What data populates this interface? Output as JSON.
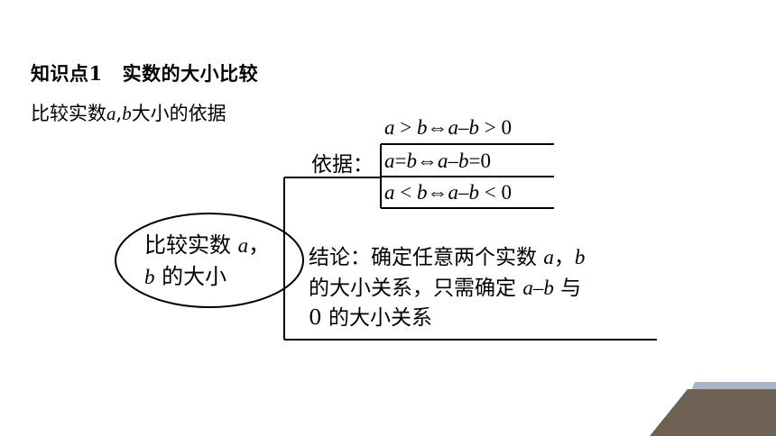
{
  "heading": {
    "number": "知识点1",
    "title": "实数的大小比较"
  },
  "intro": {
    "prefix": "比较实数",
    "var_a": "a",
    "comma": ",",
    "var_b": "b",
    "suffix": "大小的依据"
  },
  "diagram": {
    "center": {
      "line1_text": "比较实数",
      "line1_var": "a",
      "line1_comma": "，",
      "line2_var": "b",
      "line2_text": " 的大小"
    },
    "basis": {
      "label": "依据：",
      "rules": [
        {
          "lhs_a": "a",
          "rel": " > ",
          "lhs_b": "b",
          "iff": "⇔",
          "expr": "a–b",
          "rel2": " > ",
          "zero": "0"
        },
        {
          "lhs_a": "a",
          "rel": "=",
          "lhs_b": "b",
          "iff": "⇔",
          "expr": "a–b",
          "rel2": "=",
          "zero": "0"
        },
        {
          "lhs_a": "a",
          "rel": " < ",
          "lhs_b": "b",
          "iff": "⇔",
          "expr": "a–b",
          "rel2": " < ",
          "zero": "0"
        }
      ]
    },
    "conclusion": {
      "line1_text": "结论：确定任意两个实数 ",
      "line1_a": "a",
      "line1_sep": "，",
      "line1_b": "b",
      "line2_text": "的大小关系，只需确定 ",
      "line2_expr": "a–b",
      "line2_tail": " 与",
      "line3_text": "0 的大小关系"
    }
  },
  "colors": {
    "corner_dark": "#6f6255",
    "corner_light": "#a9b5c6"
  }
}
